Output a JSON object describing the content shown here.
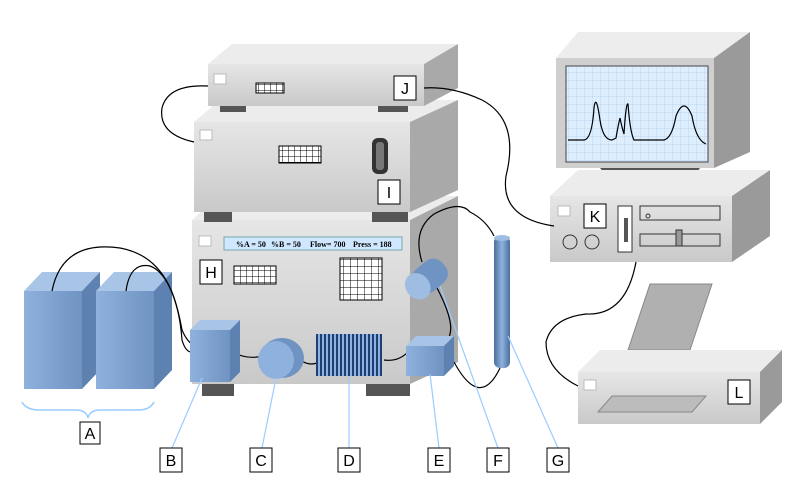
{
  "display_text": {
    "a": "%A = 50",
    "b": "%B = 50",
    "flow": "Flow= 700",
    "press": "Press = 188"
  },
  "labels": {
    "A": "A",
    "B": "B",
    "C": "C",
    "D": "D",
    "E": "E",
    "F": "F",
    "G": "G",
    "H": "H",
    "I": "I",
    "J": "J",
    "K": "K",
    "L": "L"
  },
  "colors": {
    "reservoir": "#7b9fcc",
    "module_face": "#d9d9d9",
    "module_top": "#ededed",
    "callout_line": "#99ccff",
    "screen": "#ddeeff"
  }
}
